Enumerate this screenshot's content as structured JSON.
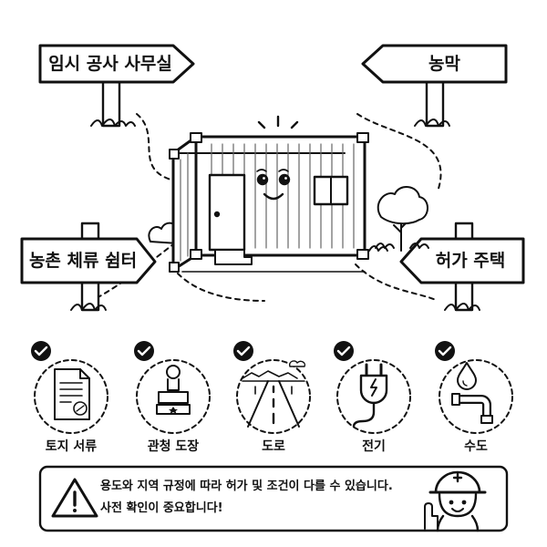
{
  "signs": [
    {
      "id": "temp-office",
      "label": "임시 공사 사무실"
    },
    {
      "id": "farm-hut",
      "label": "농막"
    },
    {
      "id": "rural-stay",
      "label": "농촌 체류 쉼터"
    },
    {
      "id": "permit-house",
      "label": "허가 주택"
    }
  ],
  "requirements": [
    {
      "label": "토지 서류",
      "icon": "document-icon"
    },
    {
      "label": "관청 도장",
      "icon": "stamp-icon"
    },
    {
      "label": "도로",
      "icon": "road-icon"
    },
    {
      "label": "전기",
      "icon": "plug-icon"
    },
    {
      "label": "수도",
      "icon": "water-pipe-icon"
    }
  ],
  "notice": {
    "line1": "용도와 지역 규정에 따라 허가 및 조건이 다를 수 있습니다.",
    "line2": "사전 확인이 중요합니다!",
    "icon": "warning-icon"
  },
  "colors": {
    "ink": "#111111",
    "paper": "#ffffff",
    "check": "#111111"
  }
}
